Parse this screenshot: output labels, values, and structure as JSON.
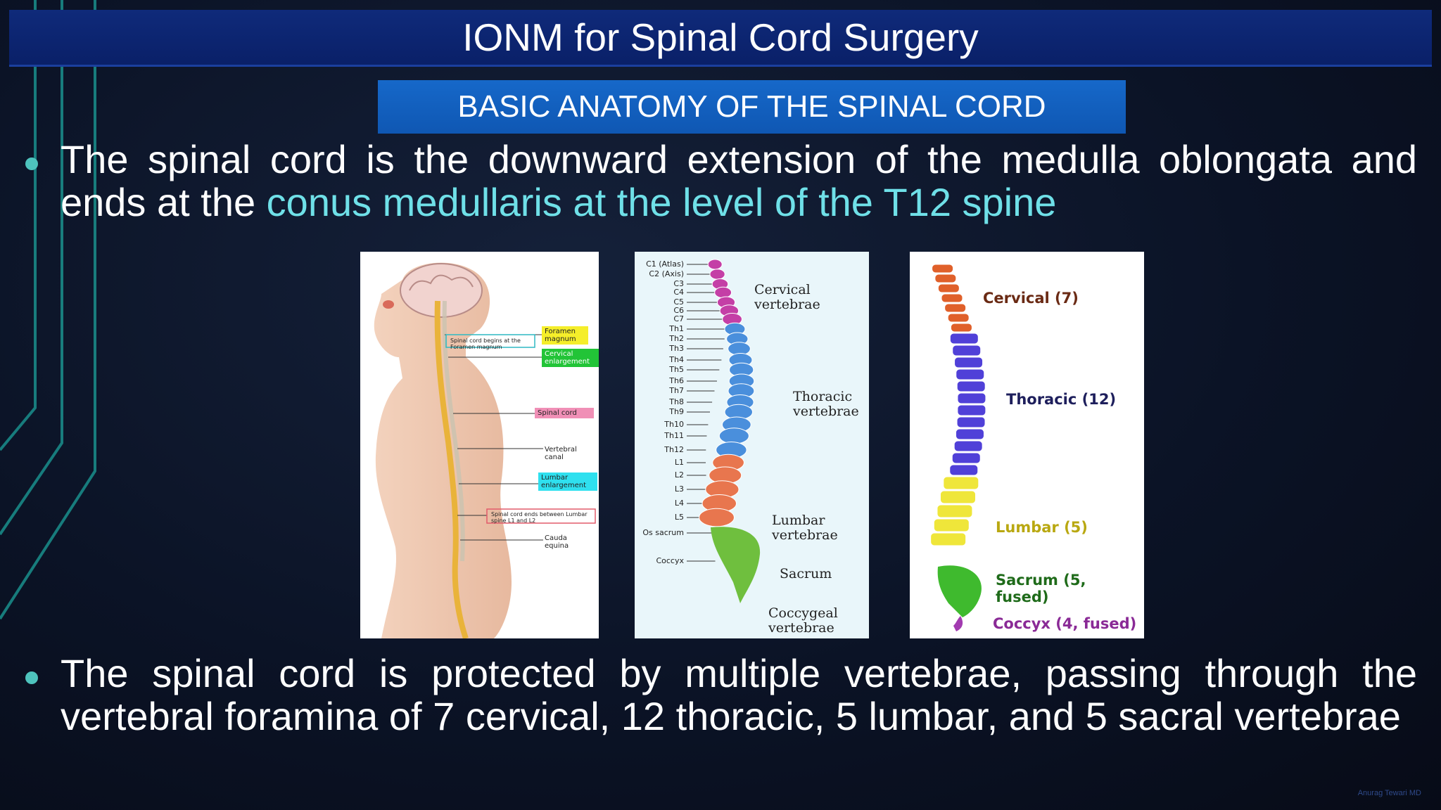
{
  "slide": {
    "title": "IONM for Spinal Cord Surgery",
    "subtitle": "BASIC ANATOMY OF THE SPINAL CORD",
    "bullet1": {
      "text_before": "The spinal cord is the downward extension of the medulla oblongata and ends at the ",
      "highlight": "conus medullaris at the level of the T12 spine",
      "highlight_color": "#6fe0e8"
    },
    "bullet2": "The spinal cord is protected by multiple vertebrae, passing through the vertebral foramina of 7 cervical, 12 thoracic, 5 lumbar, and 5 sacral vertebrae",
    "watermark": "Anurag Tewari MD"
  },
  "figure1": {
    "labels": {
      "foramen_magnum": "Foramen magnum",
      "cord_begins": "Spinal cord begins at the Foramen magnum",
      "cervical_enlargement": "Cervical enlargement",
      "spinal_cord": "Spinal cord",
      "vertebral_canal": "Vertebral canal",
      "lumbar_enlargement": "Lumbar enlargement",
      "cord_ends": "Spinal cord ends between Lumbar spine L1 and L2",
      "cauda_equina": "Cauda equina"
    },
    "colors": {
      "yellow": "#f5ee2a",
      "green": "#22c437",
      "pink": "#f08fb6",
      "cyan": "#2fe0ef"
    }
  },
  "figure2": {
    "levels": [
      "C1 (Atlas)",
      "C2 (Axis)",
      "C3",
      "C4",
      "C5",
      "C6",
      "C7",
      "Th1",
      "Th2",
      "Th3",
      "Th4",
      "Th5",
      "Th6",
      "Th7",
      "Th8",
      "Th9",
      "Th10",
      "Th11",
      "Th12",
      "L1",
      "L2",
      "L3",
      "L4",
      "L5",
      "Os sacrum",
      "Coccyx"
    ],
    "regions": {
      "cervical": "Cervical vertebrae",
      "thoracic": "Thoracic vertebrae",
      "lumbar": "Lumbar vertebrae",
      "sacrum": "Sacrum",
      "coccygeal": "Coccygeal vertebrae"
    },
    "colors": {
      "cervical": "#c43fa6",
      "thoracic": "#4a8fdc",
      "lumbar": "#e8764e",
      "sacrum": "#6fbf3e",
      "coccyx": "#6fbf3e"
    }
  },
  "figure3": {
    "regions": [
      {
        "label": "Cervical (7)",
        "color": "#6a2a14",
        "fill": "#e0602a"
      },
      {
        "label": "Thoracic (12)",
        "color": "#1e1f5c",
        "fill": "#5040d8"
      },
      {
        "label": "Lumbar (5)",
        "color": "#b9a811",
        "fill": "#efe63a"
      },
      {
        "label": "Sacrum (5, fused)",
        "color": "#1f6b1a",
        "fill": "#3fba2e"
      },
      {
        "label": "Coccyx (4, fused)",
        "color": "#8a2a96",
        "fill": "#a23bb0"
      }
    ]
  }
}
